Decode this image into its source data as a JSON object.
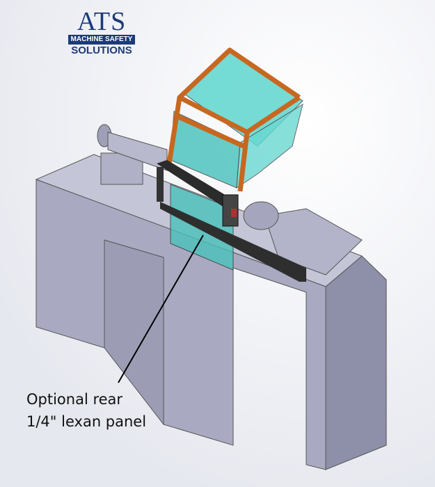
{
  "logo": {
    "title": "ATS",
    "subtitle": "MACHINE SAFETY",
    "tagline": "SOLUTIONS",
    "brand_color": "#1d3a78"
  },
  "caption": {
    "line1": "Optional rear",
    "line2": "1/4\" lexan panel"
  }
}
